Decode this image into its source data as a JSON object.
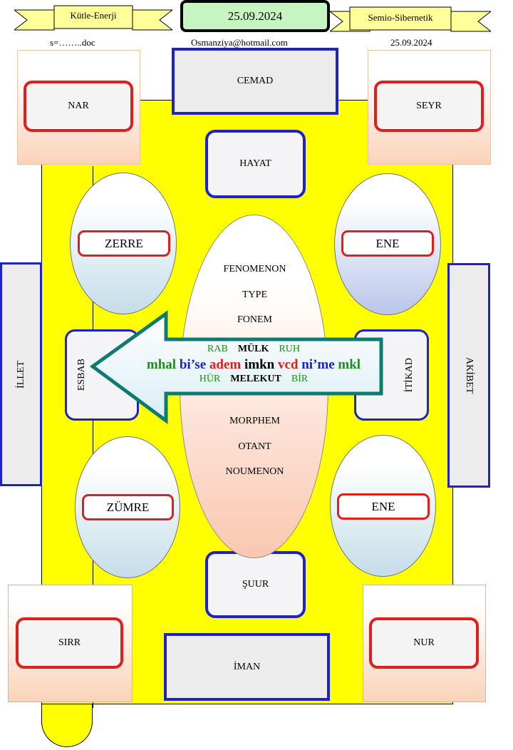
{
  "header": {
    "left_ribbon": "Kütle-Enerji",
    "date": "25.09.2024",
    "right_ribbon": "Semio-Sibernetik",
    "filename": "s=……..doc",
    "email": "Osmanziya@hotmail.com",
    "date_small": "25.09.2024"
  },
  "corners": {
    "top_left": "NAR",
    "top_right": "SEYR",
    "bottom_left": "SIRR",
    "bottom_right": "NUR"
  },
  "top_box": "CEMAD",
  "bottom_box": "İMAN",
  "hayat": "HAYAT",
  "suur": "ŞUUR",
  "side_left": "İLLET",
  "side_right": "AKİBET",
  "esbab": "ESBAB",
  "itikad": "İTİKAD",
  "ellipses": {
    "top_left": "ZERRE",
    "top_right": "ENE",
    "bottom_left": "ZÜMRE",
    "bottom_right": "ENE"
  },
  "center_top": [
    "FENOMENON",
    "TYPE",
    "FONEM"
  ],
  "center_bottom": [
    "MORPHEM",
    "OTANT",
    "NOUMENON"
  ],
  "arrow": {
    "row1": [
      "RAB",
      "MÜLK",
      "RUH"
    ],
    "row2": [
      "mhal",
      "bi’se",
      "adem",
      "imkn",
      "vcd",
      "ni’me",
      "mkl"
    ],
    "row3": [
      "HÜR",
      "MELEKUT",
      "BİR"
    ]
  },
  "colors": {
    "green": "#1f8f1f",
    "blue": "#1e22c8",
    "red": "#e01e1e",
    "yellow": "#ffff00",
    "teal": "#0e7b73"
  }
}
